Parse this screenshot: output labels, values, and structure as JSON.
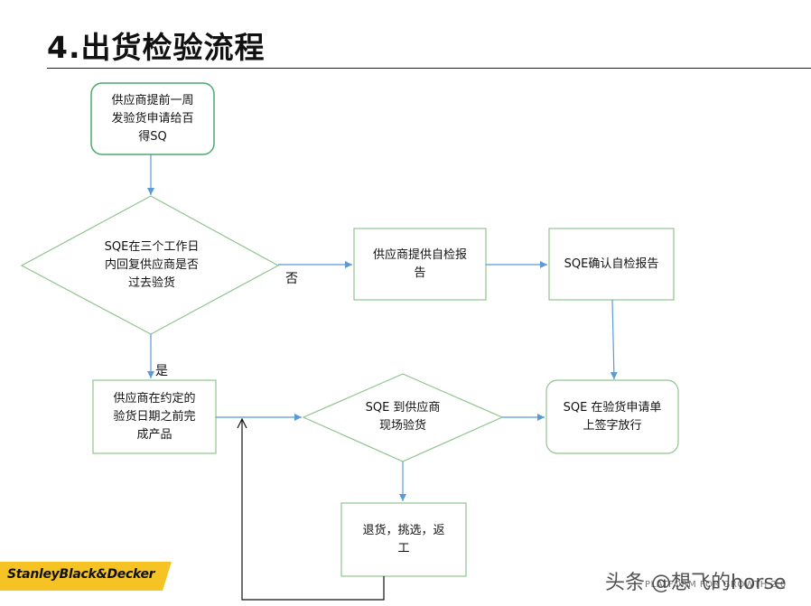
{
  "title": "4.出货检验流程",
  "nodes": {
    "start": "供应商提前一周\n发验货申请给百\n得SQ",
    "decision1": "SQE在三个工作日\n内回复供应商是否\n过去验货",
    "self_report": "供应商提供自检报\n告",
    "confirm_report": "SQE确认自检报告",
    "complete_product": "供应商在约定的\n验货日期之前完\n成产品",
    "decision2": "SQE 到供应商\n现场验货",
    "sign_release": "SQE 在验货申请单\n上签字放行",
    "reject": "退货，挑选，返\n工"
  },
  "labels": {
    "no": "否",
    "yes": "是"
  },
  "footer": {
    "logo": "StanleyBlack&Decker",
    "tagline": "PLATFORM FOR GROWTH 2.0",
    "watermark": "头条 @想飞的horse"
  },
  "colors": {
    "start_border": "#4aaa6a",
    "box_border": "#8fc48f",
    "arrow": "#5b9bd5",
    "logo_yellow": "#f6c325"
  }
}
